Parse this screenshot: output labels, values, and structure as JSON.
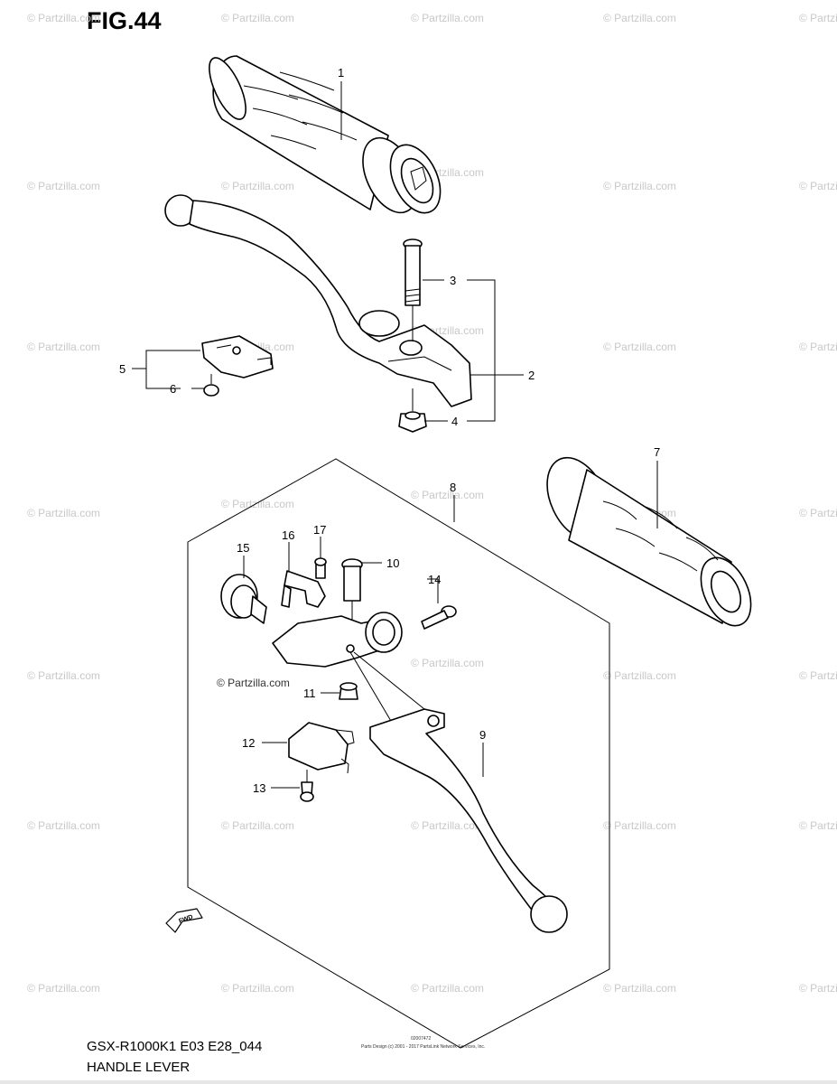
{
  "figure": {
    "title": "FIG.44"
  },
  "footer": {
    "model_code": "GSX-R1000K1 E03 E28_044",
    "name": "HANDLE LEVER",
    "small_code": "02007472",
    "small_credit": "Parts Design (c) 2001 - 2017 PartsLink Network Services, Inc."
  },
  "watermark": {
    "text": "© Partzilla.com",
    "feature_text": "© Partzilla.com"
  },
  "callouts": [
    "1",
    "2",
    "3",
    "4",
    "5",
    "6",
    "7",
    "8",
    "9",
    "10",
    "11",
    "12",
    "13",
    "14",
    "15",
    "16",
    "17"
  ],
  "fwd_label": "FWD"
}
